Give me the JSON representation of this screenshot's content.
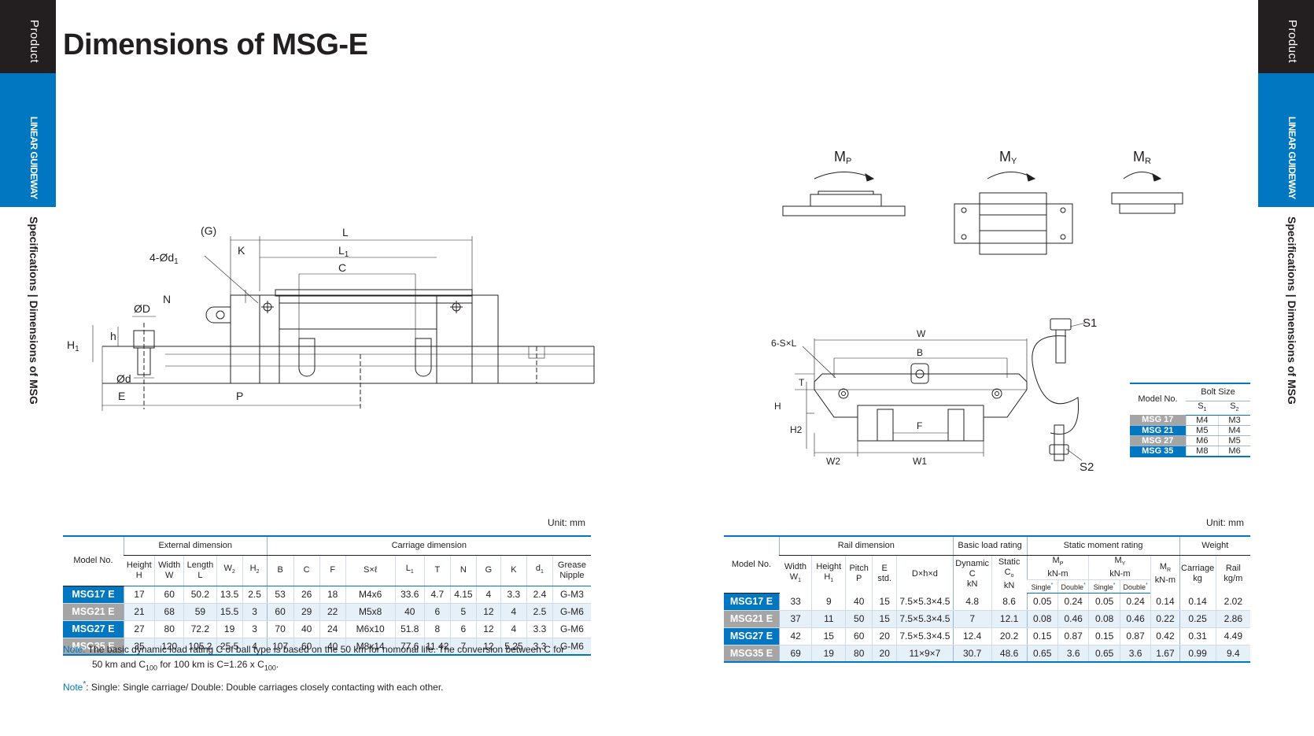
{
  "title": "Dimensions of  MSG-E",
  "side": {
    "tab_top": "Product",
    "tab_blue": "LINEAR GUIDEWAY",
    "spec_a": "Specifications",
    "spec_b": "Dimensions of MSG"
  },
  "left_drawing_labels": {
    "G": "(G)",
    "L": "L",
    "K": "K",
    "L1": "L",
    "d1": "4-Ød",
    "C": "C",
    "N": "N",
    "OD": "ØD",
    "H1": "H",
    "h": "h",
    "Od": "Ød",
    "E": "E",
    "P": "P"
  },
  "right_drawing_labels": {
    "MP": "M",
    "MY": "M",
    "MR": "M",
    "W": "W",
    "SxL": "6-S×L",
    "B": "B",
    "T": "T",
    "H": "H",
    "H2": "H2",
    "F": "F",
    "W2": "W2",
    "W1": "W1",
    "S1": "S1",
    "S2": "S2"
  },
  "bolt_table": {
    "model_label": "Model No.",
    "group": "Bolt Size",
    "cols": [
      "S",
      "S"
    ],
    "col_subs": [
      "1",
      "2"
    ],
    "rows": [
      {
        "model": "MSG 17",
        "s1": "M4",
        "s2": "M3"
      },
      {
        "model": "MSG 21",
        "s1": "M5",
        "s2": "M4"
      },
      {
        "model": "MSG 27",
        "s1": "M6",
        "s2": "M5"
      },
      {
        "model": "MSG 35",
        "s1": "M8",
        "s2": "M6"
      }
    ]
  },
  "unit_left": "Unit: mm",
  "unit_right": "Unit: mm",
  "left_table": {
    "model_label": "Model No.",
    "group_external": "External dimension",
    "group_carriage": "Carriage dimension",
    "headers": [
      "Height",
      "H",
      "Width",
      "W",
      "Length",
      "L",
      "W",
      "H",
      "B",
      "C",
      "F",
      "S×ℓ",
      "L",
      "T",
      "N",
      "G",
      "K",
      "d",
      "Grease",
      "Nipple"
    ],
    "subs": [
      "2",
      "2",
      "1",
      "1"
    ],
    "rows": [
      {
        "model": "MSG17 E",
        "v": [
          "17",
          "60",
          "50.2",
          "13.5",
          "2.5",
          "53",
          "26",
          "18",
          "M4x6",
          "33.6",
          "4.7",
          "4.15",
          "4",
          "3.3",
          "2.4",
          "G-M3"
        ]
      },
      {
        "model": "MSG21 E",
        "v": [
          "21",
          "68",
          "59",
          "15.5",
          "3",
          "60",
          "29",
          "22",
          "M5x8",
          "40",
          "6",
          "5",
          "12",
          "4",
          "2.5",
          "G-M6"
        ]
      },
      {
        "model": "MSG27 E",
        "v": [
          "27",
          "80",
          "72.2",
          "19",
          "3",
          "70",
          "40",
          "24",
          "M6x10",
          "51.8",
          "8",
          "6",
          "12",
          "4",
          "3.3",
          "G-M6"
        ]
      },
      {
        "model": "MSG35 E",
        "v": [
          "35",
          "120",
          "105.2",
          "25.5",
          "4",
          "107",
          "60",
          "40",
          "M8x14",
          "77.6",
          "11.42",
          "7",
          "12",
          "5.25",
          "3.3",
          "G-M6"
        ]
      }
    ]
  },
  "right_table": {
    "model_label": "Model No.",
    "group_rail": "Rail dimension",
    "group_basic": "Basic load rating",
    "group_static": "Static moment rating",
    "group_weight": "Weight",
    "headers": [
      "Width",
      "W",
      "Height",
      "H",
      "Pitch",
      "P",
      "E",
      "std.",
      "D×h×d",
      "Dynamic",
      "C",
      "kN",
      "Static",
      "C",
      "kN",
      "M",
      "kN-m",
      "M",
      "kN-m",
      "M",
      "kN-m",
      "Carriage",
      "kg",
      "Rail",
      "kg/m",
      "Single",
      "Double",
      "Single",
      "Double"
    ],
    "subs": [
      "1",
      "1",
      "o",
      "P",
      "Y",
      "R"
    ],
    "rows": [
      {
        "model": "MSG17 E",
        "v": [
          "33",
          "9",
          "40",
          "15",
          "7.5×5.3×4.5",
          "4.8",
          "8.6",
          "0.05",
          "0.24",
          "0.05",
          "0.24",
          "0.14",
          "0.14",
          "2.02"
        ]
      },
      {
        "model": "MSG21 E",
        "v": [
          "37",
          "11",
          "50",
          "15",
          "7.5×5.3×4.5",
          "7",
          "12.1",
          "0.08",
          "0.46",
          "0.08",
          "0.46",
          "0.22",
          "0.25",
          "2.86"
        ]
      },
      {
        "model": "MSG27 E",
        "v": [
          "42",
          "15",
          "60",
          "20",
          "7.5×5.3×4.5",
          "12.4",
          "20.2",
          "0.15",
          "0.87",
          "0.15",
          "0.87",
          "0.42",
          "0.31",
          "4.49"
        ]
      },
      {
        "model": "MSG35 E",
        "v": [
          "69",
          "19",
          "80",
          "20",
          "11×9×7",
          "30.7",
          "48.6",
          "0.65",
          "3.6",
          "0.65",
          "3.6",
          "1.67",
          "0.99",
          "9.4"
        ]
      }
    ]
  },
  "notes": {
    "note1_label": "Note:",
    "note1_text_a": " The basic dynamic load rating C of ball type is based on the 50 km for nomonal life. The conversion between C for",
    "note1_text_b": "50 km and C",
    "note1_sub1": "100",
    "note1_text_c": " for 100 km is C=1.26 x C",
    "note1_sub2": "100",
    "note1_text_d": ".",
    "note2_label": "Note",
    "note2_star": "*",
    "note2_text": ": Single: Single carriage/ Double: Double carriages closely contacting with each other."
  }
}
